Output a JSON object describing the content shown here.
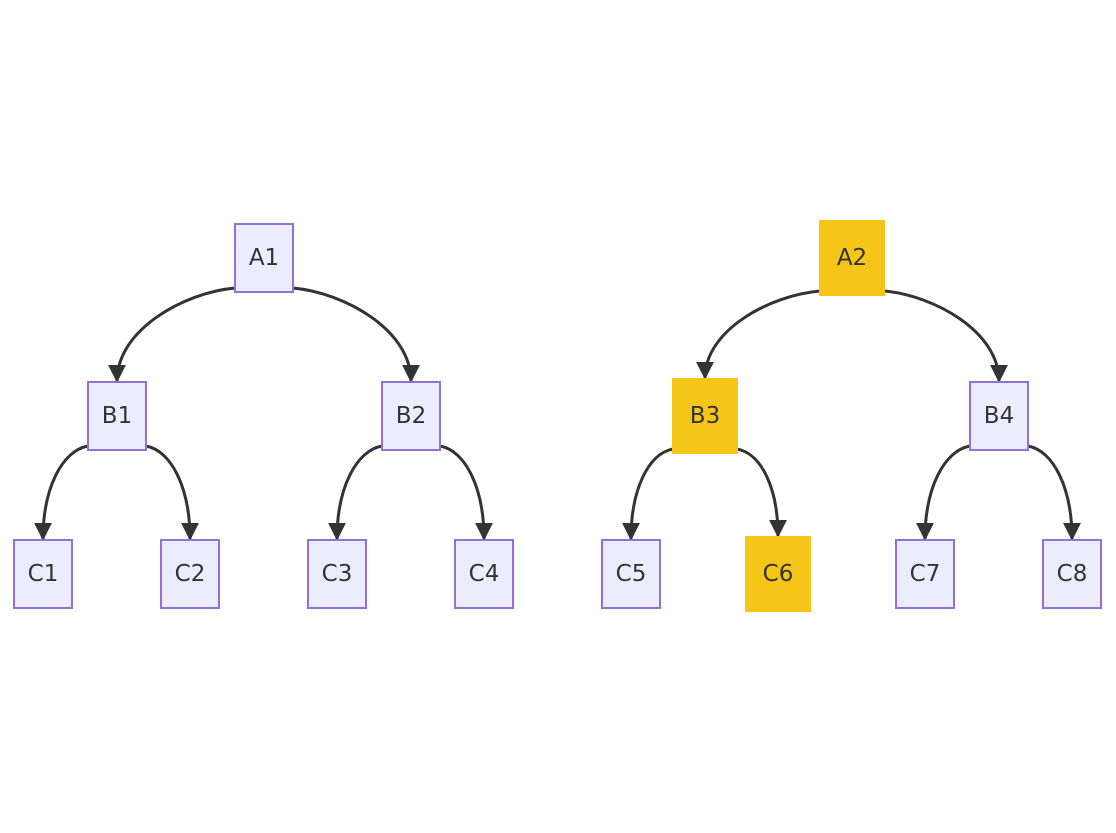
{
  "diagram": {
    "type": "flowchart",
    "default_style": {
      "fill": "#ECECFF",
      "stroke": "#9370DB"
    },
    "highlight_style": {
      "fill": "#F5C518",
      "stroke": "#F5C518"
    },
    "edge_color": "#333333",
    "nodes": {
      "A1": {
        "label": "A1",
        "highlighted": false
      },
      "B1": {
        "label": "B1",
        "highlighted": false
      },
      "B2": {
        "label": "B2",
        "highlighted": false
      },
      "C1": {
        "label": "C1",
        "highlighted": false
      },
      "C2": {
        "label": "C2",
        "highlighted": false
      },
      "C3": {
        "label": "C3",
        "highlighted": false
      },
      "C4": {
        "label": "C4",
        "highlighted": false
      },
      "A2": {
        "label": "A2",
        "highlighted": true
      },
      "B3": {
        "label": "B3",
        "highlighted": true
      },
      "B4": {
        "label": "B4",
        "highlighted": false
      },
      "C5": {
        "label": "C5",
        "highlighted": false
      },
      "C6": {
        "label": "C6",
        "highlighted": true
      },
      "C7": {
        "label": "C7",
        "highlighted": false
      },
      "C8": {
        "label": "C8",
        "highlighted": false
      }
    },
    "edges": [
      {
        "from": "A1",
        "to": "B1"
      },
      {
        "from": "A1",
        "to": "B2"
      },
      {
        "from": "B1",
        "to": "C1"
      },
      {
        "from": "B1",
        "to": "C2"
      },
      {
        "from": "B2",
        "to": "C3"
      },
      {
        "from": "B2",
        "to": "C4"
      },
      {
        "from": "A2",
        "to": "B3"
      },
      {
        "from": "A2",
        "to": "B4"
      },
      {
        "from": "B3",
        "to": "C5"
      },
      {
        "from": "B3",
        "to": "C6"
      },
      {
        "from": "B4",
        "to": "C7"
      },
      {
        "from": "B4",
        "to": "C8"
      }
    ]
  }
}
